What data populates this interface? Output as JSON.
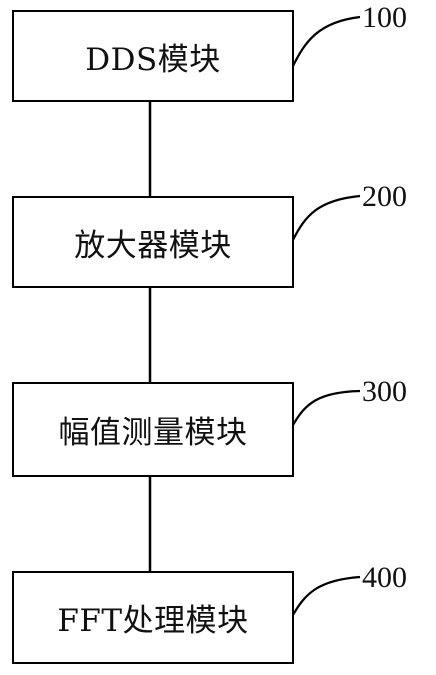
{
  "diagram": {
    "modules": [
      {
        "label": "DDS模块",
        "ref": "100"
      },
      {
        "label": "放大器模块",
        "ref": "200"
      },
      {
        "label": "幅值测量模块",
        "ref": "300"
      },
      {
        "label": "FFT处理模块",
        "ref": "400"
      }
    ],
    "colors": {
      "stroke": "#000000",
      "text": "#111111",
      "background": "#ffffff"
    }
  }
}
